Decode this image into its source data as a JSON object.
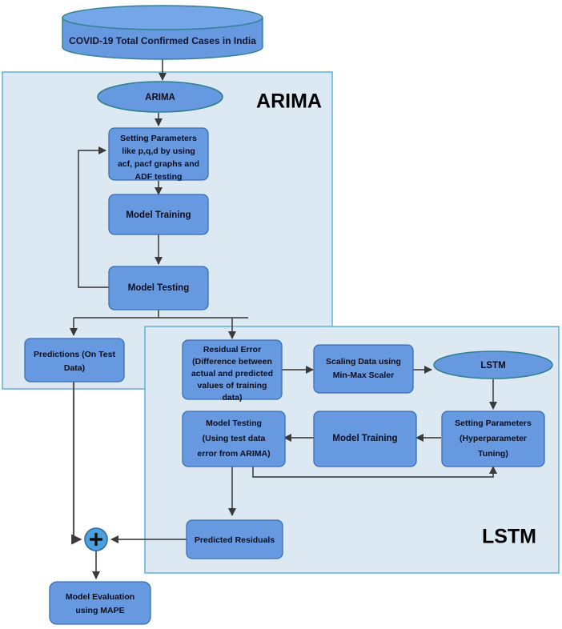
{
  "diagram": {
    "title_source": "COVID-19 Total Confirmed Cases in India",
    "groups": {
      "arima_title": "ARIMA",
      "lstm_title": "LSTM"
    },
    "nodes": {
      "arima_model": "ARIMA",
      "setting_parameters_arima_l1": "Setting Parameters",
      "setting_parameters_arima_l2": "like p,q,d by using",
      "setting_parameters_arima_l3": "acf, pacf graphs and",
      "setting_parameters_arima_l4": "ADF testing",
      "model_training_arima": "Model Training",
      "model_testing_arima": "Model Testing",
      "predictions_l1": "Predictions (On Test",
      "predictions_l2": "Data)",
      "residual_error_l1": "Residual Error",
      "residual_error_l2": "(Difference between",
      "residual_error_l3": "actual and predicted",
      "residual_error_l4": "values of training",
      "residual_error_l5": "data)",
      "scaling_data_l1": "Scaling Data using",
      "scaling_data_l2": "Min-Max Scaler",
      "lstm_model": "LSTM",
      "setting_parameters_lstm_l1": "Setting Parameters",
      "setting_parameters_lstm_l2": "(Hyperparameter",
      "setting_parameters_lstm_l3": "Tuning)",
      "model_training_lstm": "Model Training",
      "model_testing_lstm_l1": "Model Testing",
      "model_testing_lstm_l2": "(Using test data",
      "model_testing_lstm_l3": "error from ARIMA)",
      "predicted_residuals": "Predicted Residuals",
      "sum_operator": "+",
      "model_evaluation_l1": "Model Evaluation",
      "model_evaluation_l2": "using MAPE"
    },
    "colors": {
      "node_fill": "#6699e0",
      "node_stroke": "#3a6fb0",
      "group_fill": "#dce9f3",
      "group_stroke": "#6cb4d8",
      "ellipse_stroke": "#2f7f8f",
      "connector": "#4a4a4a",
      "plus_fill": "#4ea0dd",
      "background": "#ffffff"
    }
  }
}
